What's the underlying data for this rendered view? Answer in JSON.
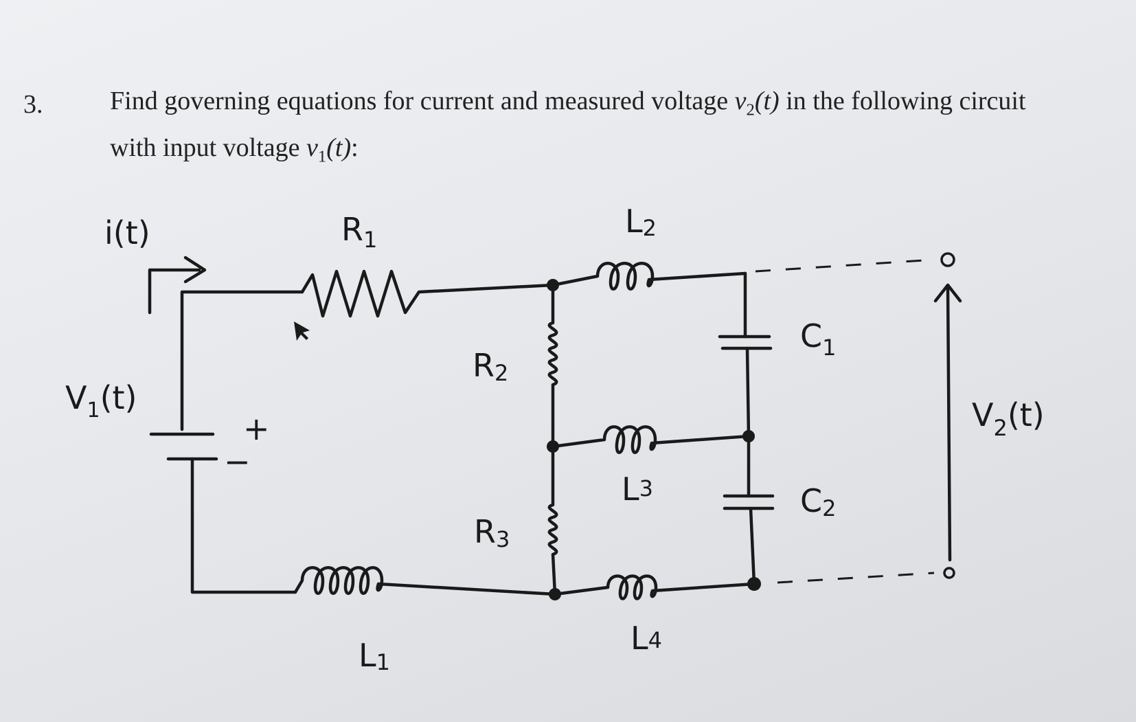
{
  "problem": {
    "number": "3.",
    "line1_pre": "Find governing equations for current and measured voltage ",
    "v2": "v",
    "v2_sub": "2",
    "v2_arg": "(t)",
    "line1_post": " in the following circuit",
    "line2_pre": "with input voltage ",
    "v1": "v",
    "v1_sub": "1",
    "v1_arg": "(t)",
    "line2_post": ":"
  },
  "circuit": {
    "labels": {
      "current": "i(t)",
      "source": "V",
      "source_sub": "1",
      "source_arg": "(t)",
      "plus": "+",
      "minus": "−",
      "R1": "R",
      "R1_sub": "1",
      "R2": "R",
      "R2_sub": "2",
      "R3": "R",
      "R3_sub": "3",
      "L1": "L",
      "L1_sub": "1",
      "L2": "L",
      "L2_sub": "2",
      "L3": "L",
      "L3_sub": "3",
      "L4": "L",
      "L4_sub": "4",
      "C1": "C",
      "C1_sub": "1",
      "C2": "C",
      "C2_sub": "2",
      "output": "V",
      "output_sub": "2",
      "output_arg": "(t)"
    }
  }
}
